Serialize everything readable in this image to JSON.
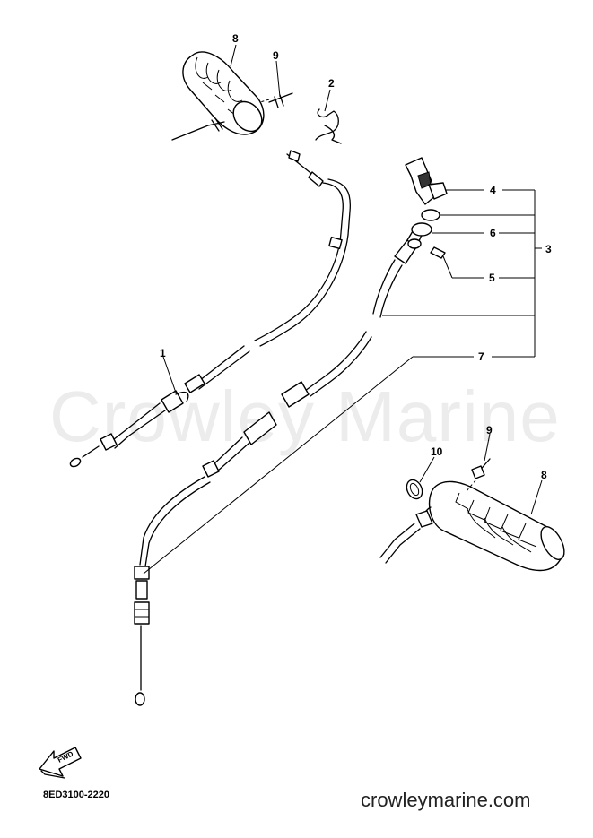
{
  "watermark": "Crowley Marine",
  "diagram_code": "8ED3100-2220",
  "site": "crowleymarine.com",
  "fwd_label": "FWD",
  "callouts": {
    "c1": "1",
    "c2": "2",
    "c3": "3",
    "c4": "4",
    "c5": "5",
    "c6": "6",
    "c7": "7",
    "c8_top": "8",
    "c8_bottom": "8",
    "c9_top": "9",
    "c9_bottom": "9",
    "c10": "10"
  }
}
